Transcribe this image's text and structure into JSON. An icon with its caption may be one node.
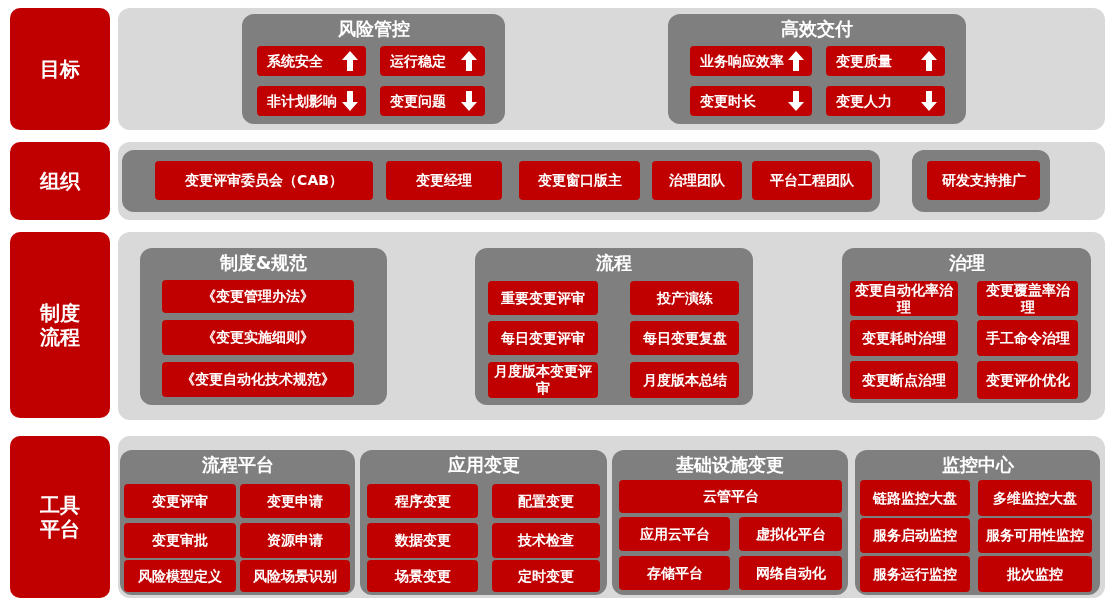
{
  "diagram": {
    "nodes": [
      {
        "text": [
          "目标"
        ]
      },
      {
        "text": [],
        "shape": "box"
      },
      {
        "text": [
          "风险管控"
        ],
        "in": 1
      },
      {
        "text": [
          "系统安全"
        ],
        "in": 2
      },
      {
        "text": [
          "运行稳定"
        ],
        "in": 2
      },
      {
        "text": [
          "非计划影响"
        ],
        "in": 2
      },
      {
        "text": [
          "变更问题"
        ],
        "in": 2
      },
      {
        "text": [
          "高效交付"
        ],
        "in": 1
      },
      {
        "text": [
          "业务响应效率"
        ],
        "in": 7
      },
      {
        "text": [
          "变更质量"
        ],
        "in": 7
      },
      {
        "text": [
          "变更时长"
        ],
        "in": 7
      },
      {
        "text": [
          "变更人力"
        ],
        "in": 7
      },
      {
        "text": [
          "组织"
        ]
      },
      {
        "text": [],
        "shape": "box"
      },
      {
        "text": [],
        "shape": "box",
        "in": 13
      },
      {
        "text": [
          "变更评审委员会（CAB）"
        ],
        "in": 14
      },
      {
        "text": [
          "变更经理"
        ],
        "in": 14
      },
      {
        "text": [
          "变更窗口版主"
        ],
        "in": 14
      },
      {
        "text": [
          "治理团队"
        ],
        "in": 14
      },
      {
        "text": [
          "平台工程团队"
        ],
        "in": 14
      },
      {
        "text": [],
        "shape": "box",
        "in": 13
      },
      {
        "text": [
          "研发支持推广"
        ],
        "in": 20
      },
      {
        "text": [
          "制度流程"
        ]
      },
      {
        "text": [],
        "shape": "box"
      },
      {
        "text": [
          "制度&规范"
        ],
        "in": 23
      },
      {
        "text": [
          "《变更管理办法》"
        ],
        "in": 24
      },
      {
        "text": [
          "《变更实施细则》"
        ],
        "in": 24
      },
      {
        "text": [
          "《变更自动化技术规范》"
        ],
        "in": 24
      },
      {
        "text": [
          "流程"
        ],
        "in": 23
      },
      {
        "text": [
          "重要变更评审"
        ],
        "in": 28
      },
      {
        "text": [
          "投产演练"
        ],
        "in": 28
      },
      {
        "text": [
          "每日变更评审"
        ],
        "in": 28
      },
      {
        "text": [
          "每日变更复盘"
        ],
        "in": 28
      },
      {
        "text": [
          "月度版本变更评审"
        ],
        "in": 28
      },
      {
        "text": [
          "月度版本总结"
        ],
        "in": 28
      },
      {
        "text": [
          "治理"
        ],
        "in": 23
      },
      {
        "text": [
          "变更自动化率治理"
        ],
        "in": 35
      },
      {
        "text": [
          "变更覆盖率治理"
        ],
        "in": 35
      },
      {
        "text": [
          "变更耗时治理"
        ],
        "in": 35
      },
      {
        "text": [
          "手工命令治理"
        ],
        "in": 35
      },
      {
        "text": [
          "变更断点治理"
        ],
        "in": 35
      },
      {
        "text": [
          "变更评价优化"
        ],
        "in": 35
      },
      {
        "text": [
          "工具平台"
        ]
      },
      {
        "text": [],
        "shape": "box"
      },
      {
        "text": [
          "流程平台"
        ],
        "in": 43
      },
      {
        "text": [
          "变更评审"
        ],
        "in": 44
      },
      {
        "text": [
          "变更申请"
        ],
        "in": 44
      },
      {
        "text": [
          "变更审批"
        ],
        "in": 44
      },
      {
        "text": [
          "资源申请"
        ],
        "in": 44
      },
      {
        "text": [
          "风险模型定义"
        ],
        "in": 44
      },
      {
        "text": [
          "风险场景识别"
        ],
        "in": 44
      },
      {
        "text": [
          "应用变更"
        ],
        "in": 43
      },
      {
        "text": [
          "程序变更"
        ],
        "in": 51
      },
      {
        "text": [
          "配置变更"
        ],
        "in": 51
      },
      {
        "text": [
          "数据变更"
        ],
        "in": 51
      },
      {
        "text": [
          "技术检查"
        ],
        "in": 51
      },
      {
        "text": [
          "场景变更"
        ],
        "in": 51
      },
      {
        "text": [
          "定时变更"
        ],
        "in": 51
      },
      {
        "text": [
          "基础设施变更"
        ],
        "in": 43
      },
      {
        "text": [
          "云管平台"
        ],
        "in": 58
      },
      {
        "text": [
          "应用云平台"
        ],
        "in": 58
      },
      {
        "text": [
          "虚拟化平台"
        ],
        "in": 58
      },
      {
        "text": [
          "存储平台"
        ],
        "in": 58
      },
      {
        "text": [
          "网络自动化"
        ],
        "in": 58
      },
      {
        "text": [
          "监控中心"
        ],
        "in": 43
      },
      {
        "text": [
          "链路监控大盘"
        ],
        "in": 64
      },
      {
        "text": [
          "多维监控大盘"
        ],
        "in": 64
      },
      {
        "text": [
          "服务启动监控"
        ],
        "in": 64
      },
      {
        "text": [
          "服务可用性监控"
        ],
        "in": 64
      },
      {
        "text": [
          "服务运行监控"
        ],
        "in": 64
      },
      {
        "text": [
          "批次监控"
        ],
        "in": 64
      }
    ]
  }
}
